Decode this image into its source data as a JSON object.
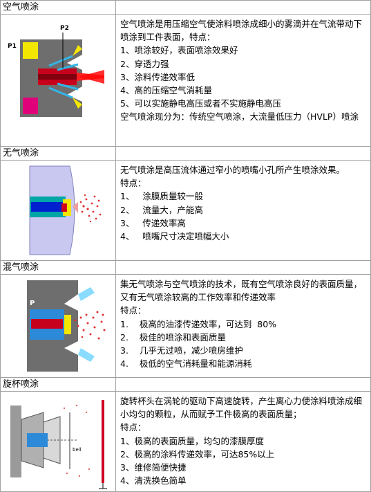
{
  "sections": [
    {
      "title": "空气喷涂",
      "lines": [
        "空气喷涂是用压缩空气使涂料喷涂成细小的雾滴并在气流带动下喷涂到工件表面，特点：",
        "1、喷涂较好，表面喷涂效果好",
        "2、穿透力强",
        "3、涂料传递效率低",
        "4、高的压缩空气消耗量",
        "5、可以实施静电高压或者不实施静电高压",
        "空气喷涂现分为：传统空气喷涂，大流量低压力（HVLP）喷涂"
      ],
      "figure_labels": [
        "P1",
        "P2"
      ]
    },
    {
      "title": "无气喷涂",
      "lines": [
        "无气喷涂是高压流体通过窄小的喷嘴小孔所产生喷涂效果。",
        "特点：",
        "1、   涂膜质量较一般",
        "2、   流量大，产能高",
        "3、   传递效率高",
        "4、   喷嘴尺寸决定喷幅大小"
      ]
    },
    {
      "title": "混气喷涂",
      "lines": [
        "集无气喷涂与空气喷涂的技术，既有空气喷涂良好的表面质量，又有无气喷涂较高的工作效率和传递效率",
        "特点：",
        "1.    极高的油漆传递效率，可达到  80%",
        "2.    极佳的喷涂和表面质量",
        "3.    几乎无过喷，减少喷房维护",
        "4.    极低的空气消耗量和能源消耗"
      ],
      "figure_labels": [
        "P"
      ]
    },
    {
      "title": "旋杯喷涂",
      "lines": [
        "旋转杯头在涡轮的驱动下高速旋转，产生离心力使涂料喷涂成细小均匀的颗粒，从而赋予工件极高的表面质量；",
        "特点：",
        "1、极高的表面质量，均匀的漆膜厚度",
        "2、极高的涂料传递效率，可达85%以上",
        "3、维修简便快捷",
        "4、清洗换色简单"
      ],
      "figure_labels": [
        "bell"
      ]
    }
  ]
}
